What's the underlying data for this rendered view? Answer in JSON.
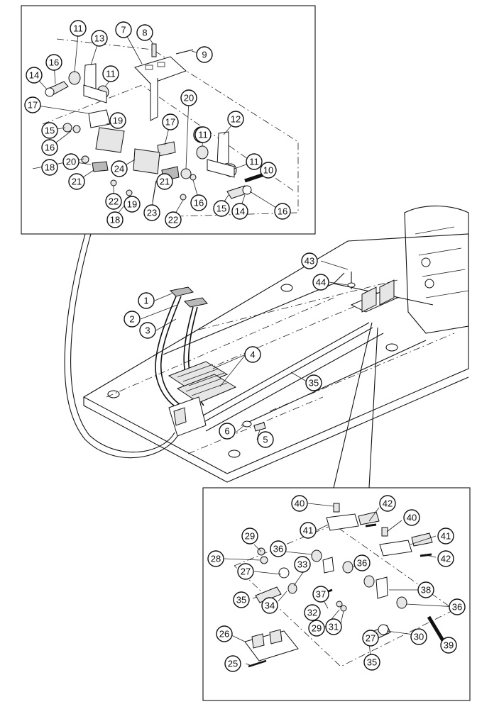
{
  "title": "",
  "inset_top": {
    "labels": [
      "7",
      "8",
      "9",
      "11",
      "13",
      "11",
      "16",
      "14",
      "11",
      "17",
      "15",
      "16",
      "19",
      "17",
      "20",
      "18",
      "20",
      "21",
      "24",
      "12",
      "11",
      "11",
      "10",
      "22",
      "19",
      "18",
      "23",
      "21",
      "16",
      "15",
      "22",
      "14",
      "16"
    ]
  },
  "main_view": {
    "labels": [
      "43",
      "44",
      "1",
      "2",
      "3",
      "4",
      "35",
      "6",
      "5"
    ]
  },
  "inset_bottom": {
    "labels": [
      "40",
      "42",
      "40",
      "41",
      "41",
      "29",
      "36",
      "42",
      "28",
      "33",
      "27",
      "36",
      "38",
      "35",
      "34",
      "37",
      "32",
      "36",
      "26",
      "29",
      "31",
      "30",
      "39",
      "25",
      "27",
      "35"
    ]
  }
}
